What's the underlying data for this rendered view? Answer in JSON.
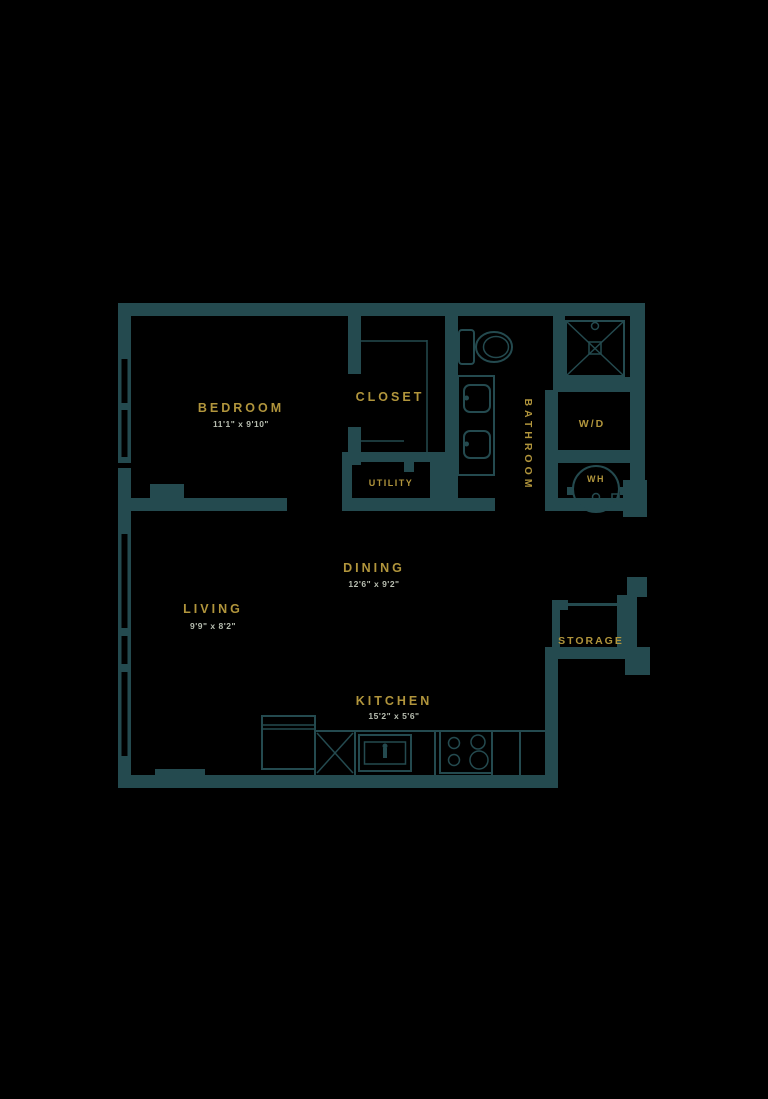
{
  "colors": {
    "background": "#000000",
    "wall": "#244A4F",
    "room_label": "#B1953C",
    "dimension_text": "#B8BEB1"
  },
  "rooms": {
    "bedroom": {
      "label": "BEDROOM",
      "dimensions": "11'1\" x 9'10\""
    },
    "closet": {
      "label": "CLOSET"
    },
    "utility": {
      "label": "UTILITY"
    },
    "bathroom": {
      "label": "BATHROOM"
    },
    "washer_dryer": {
      "label": "W/D"
    },
    "water_heater": {
      "label": "WH"
    },
    "storage": {
      "label": "STORAGE"
    },
    "dining": {
      "label": "DINING",
      "dimensions": "12'6\" x 9'2\""
    },
    "living": {
      "label": "LIVING",
      "dimensions": "9'9\" x 8'2\""
    },
    "kitchen": {
      "label": "KITCHEN",
      "dimensions": "15'2\" x 5'6\""
    }
  }
}
